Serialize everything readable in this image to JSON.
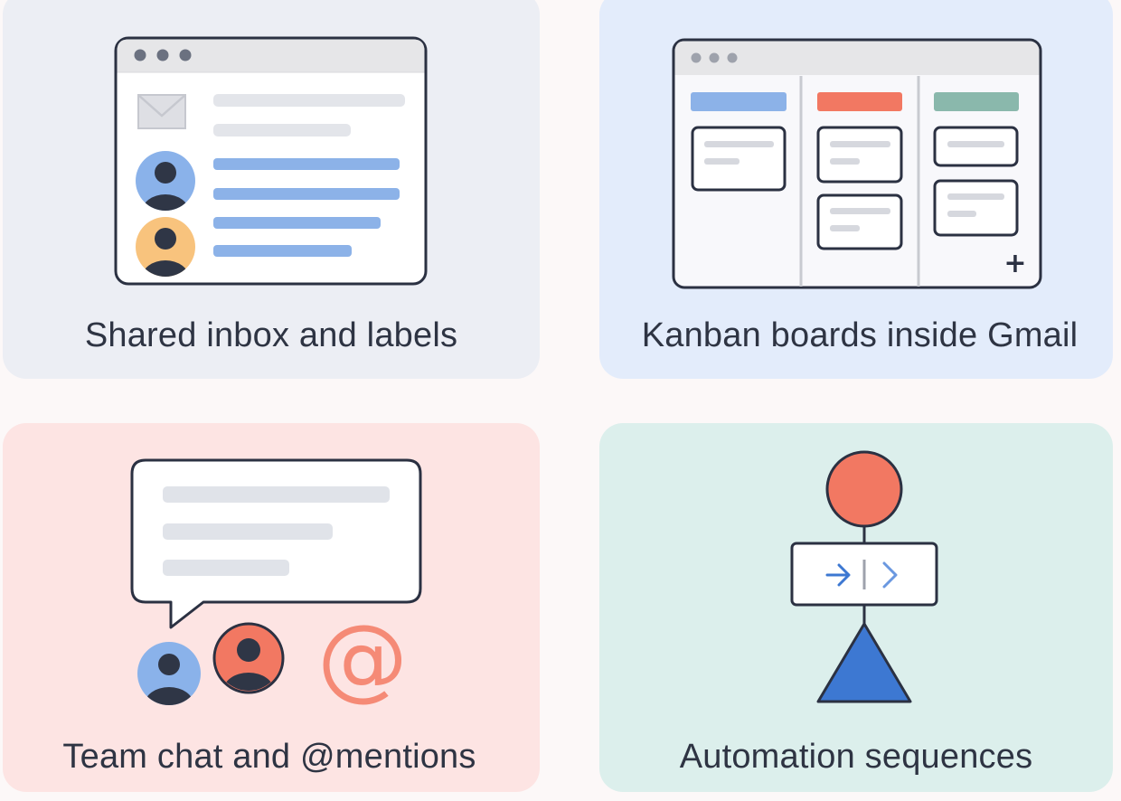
{
  "cards": [
    {
      "caption": "Shared inbox and labels",
      "bg": "#eceef4",
      "icon": "mail-window-icon"
    },
    {
      "caption": "Kanban boards inside Gmail",
      "bg": "#e3ecfb",
      "icon": "kanban-board-icon"
    },
    {
      "caption": "Team chat and @mentions",
      "bg": "#fde4e3",
      "icon": "chat-bubble-icon"
    },
    {
      "caption": "Automation sequences",
      "bg": "#dcefec",
      "icon": "flowchart-icon"
    }
  ],
  "colors": {
    "outline": "#2b3142",
    "blue_bar": "#8cb2e8",
    "gray_bar": "#e3e5ea",
    "coral": "#f27862",
    "green": "#8ab8ac",
    "amber": "#f8c37d",
    "triangle_blue": "#3d78d2"
  },
  "kanban": {
    "add_symbol": "+"
  },
  "chat": {
    "mention_symbol": "@"
  }
}
